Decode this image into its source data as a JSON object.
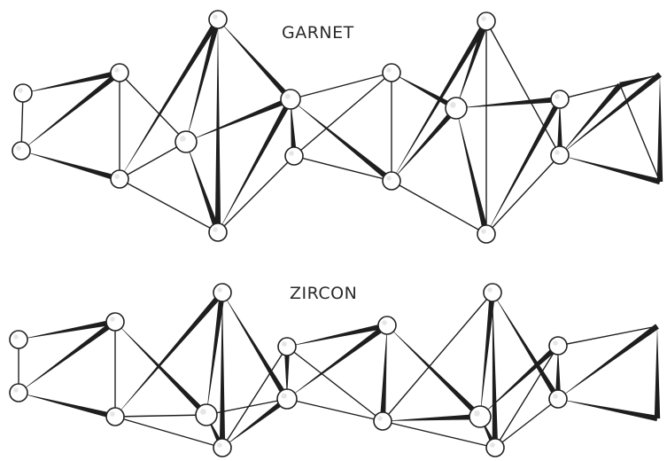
{
  "structures": [
    {
      "key": "garnet",
      "label": "GARNET",
      "atoms": [
        "a1",
        "a2",
        "a3",
        "a4",
        "a5",
        "a6",
        "a7",
        "a8",
        "a9",
        "a10",
        "a11",
        "a12",
        "a13",
        "a14",
        "a15",
        "a16"
      ],
      "bonds": [
        [
          "a1",
          "a2",
          "thin"
        ],
        [
          "a1",
          "a3",
          "thick"
        ],
        [
          "a2",
          "a3",
          "thick"
        ],
        [
          "a3",
          "a4",
          "thin"
        ],
        [
          "a2",
          "a4",
          "thick"
        ],
        [
          "a4",
          "a5",
          "thin"
        ],
        [
          "a3",
          "a5",
          "thin"
        ],
        [
          "a4",
          "a6",
          "thick"
        ],
        [
          "a5",
          "a6",
          "thick"
        ],
        [
          "a6",
          "a7",
          "thick"
        ],
        [
          "a4",
          "a7",
          "thin"
        ],
        [
          "a5",
          "a7",
          "thick"
        ],
        [
          "a7",
          "a8",
          "thick"
        ],
        [
          "a6",
          "a8",
          "thick"
        ],
        [
          "a5",
          "a8",
          "thick"
        ],
        [
          "a8",
          "a9",
          "thick"
        ],
        [
          "a7",
          "a9",
          "thin"
        ],
        [
          "a9",
          "a10",
          "thin"
        ],
        [
          "a8",
          "a10",
          "thin"
        ],
        [
          "a8",
          "a11",
          "thick"
        ],
        [
          "a10",
          "a11",
          "thin"
        ],
        [
          "a9",
          "a11",
          "thin"
        ],
        [
          "a11",
          "a12",
          "thick"
        ],
        [
          "a10",
          "a12",
          "thick"
        ],
        [
          "a12",
          "a13",
          "thick"
        ],
        [
          "a12",
          "a14",
          "thick"
        ],
        [
          "a11",
          "a14",
          "thin"
        ],
        [
          "a13",
          "a14",
          "thin"
        ],
        [
          "a11",
          "a13",
          "thick"
        ],
        [
          "a14",
          "a15",
          "thick"
        ],
        [
          "a12",
          "a15",
          "thick"
        ],
        [
          "a15",
          "a16",
          "thick"
        ],
        [
          "a14",
          "a16",
          "thin"
        ],
        [
          "a13",
          "a16",
          "thin"
        ],
        [
          "a16",
          "a17",
          "thick"
        ],
        [
          "a15",
          "a17",
          "thin"
        ],
        [
          "a17",
          "a18",
          "thick"
        ],
        [
          "a16",
          "a18",
          "thick"
        ],
        [
          "a18",
          "a19",
          "thin"
        ],
        [
          "a17",
          "a19",
          "thick"
        ],
        [
          "a16",
          "a19",
          "thick"
        ]
      ]
    },
    {
      "key": "zircon",
      "label": "ZIRCON",
      "atoms": [
        "b1",
        "b2",
        "b3",
        "b4",
        "b5",
        "b6",
        "b7",
        "b8",
        "b9",
        "b10",
        "b11",
        "b12",
        "b13",
        "b14",
        "b15",
        "b16"
      ],
      "bonds": [
        [
          "b1",
          "b2",
          "thin"
        ],
        [
          "b1",
          "b3",
          "thick"
        ],
        [
          "b2",
          "b3",
          "thick"
        ],
        [
          "b3",
          "b4",
          "thin"
        ],
        [
          "b2",
          "b4",
          "thick"
        ],
        [
          "b4",
          "b5",
          "thin"
        ],
        [
          "b3",
          "b5",
          "thick"
        ],
        [
          "b4",
          "b6",
          "thick"
        ],
        [
          "b5",
          "b6",
          "thick"
        ],
        [
          "b6",
          "b7",
          "thick"
        ],
        [
          "b4",
          "b7",
          "thin"
        ],
        [
          "b5",
          "b7",
          "thick"
        ],
        [
          "b7",
          "b8",
          "thick"
        ],
        [
          "b6",
          "b8",
          "thick"
        ],
        [
          "b5",
          "b8",
          "thin"
        ],
        [
          "b8",
          "b9",
          "thick"
        ],
        [
          "b7",
          "b9",
          "thin"
        ],
        [
          "b9",
          "b10",
          "thick"
        ],
        [
          "b8",
          "b10",
          "thick"
        ],
        [
          "b8",
          "b11",
          "thin"
        ],
        [
          "b10",
          "b11",
          "thick"
        ],
        [
          "b9",
          "b11",
          "thin"
        ],
        [
          "b11",
          "b12",
          "thick"
        ],
        [
          "b10",
          "b12",
          "thick"
        ],
        [
          "b12",
          "b13",
          "thick"
        ],
        [
          "b12",
          "b14",
          "thick"
        ],
        [
          "b11",
          "b14",
          "thin"
        ],
        [
          "b13",
          "b14",
          "thick"
        ],
        [
          "b11",
          "b13",
          "thin"
        ],
        [
          "b14",
          "b15",
          "thin"
        ],
        [
          "b12",
          "b15",
          "thick"
        ],
        [
          "b15",
          "b16",
          "thick"
        ],
        [
          "b14",
          "b16",
          "thin"
        ],
        [
          "b13",
          "b16",
          "thick"
        ],
        [
          "b16",
          "b17",
          "thick"
        ],
        [
          "b15",
          "b17",
          "thin"
        ],
        [
          "b17",
          "b18",
          "thick"
        ],
        [
          "b16",
          "b18",
          "thick"
        ]
      ]
    }
  ]
}
